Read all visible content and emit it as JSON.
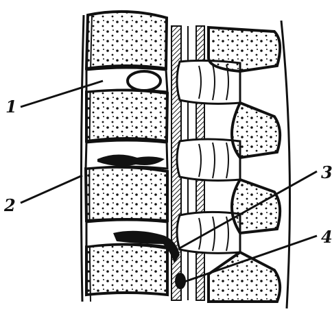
{
  "figure": {
    "callouts": [
      {
        "id": "1",
        "label": "1"
      },
      {
        "id": "2",
        "label": "2"
      },
      {
        "id": "3",
        "label": "3"
      },
      {
        "id": "4",
        "label": "4"
      }
    ]
  },
  "colors": {
    "ink": "#111111",
    "background": "#ffffff"
  }
}
